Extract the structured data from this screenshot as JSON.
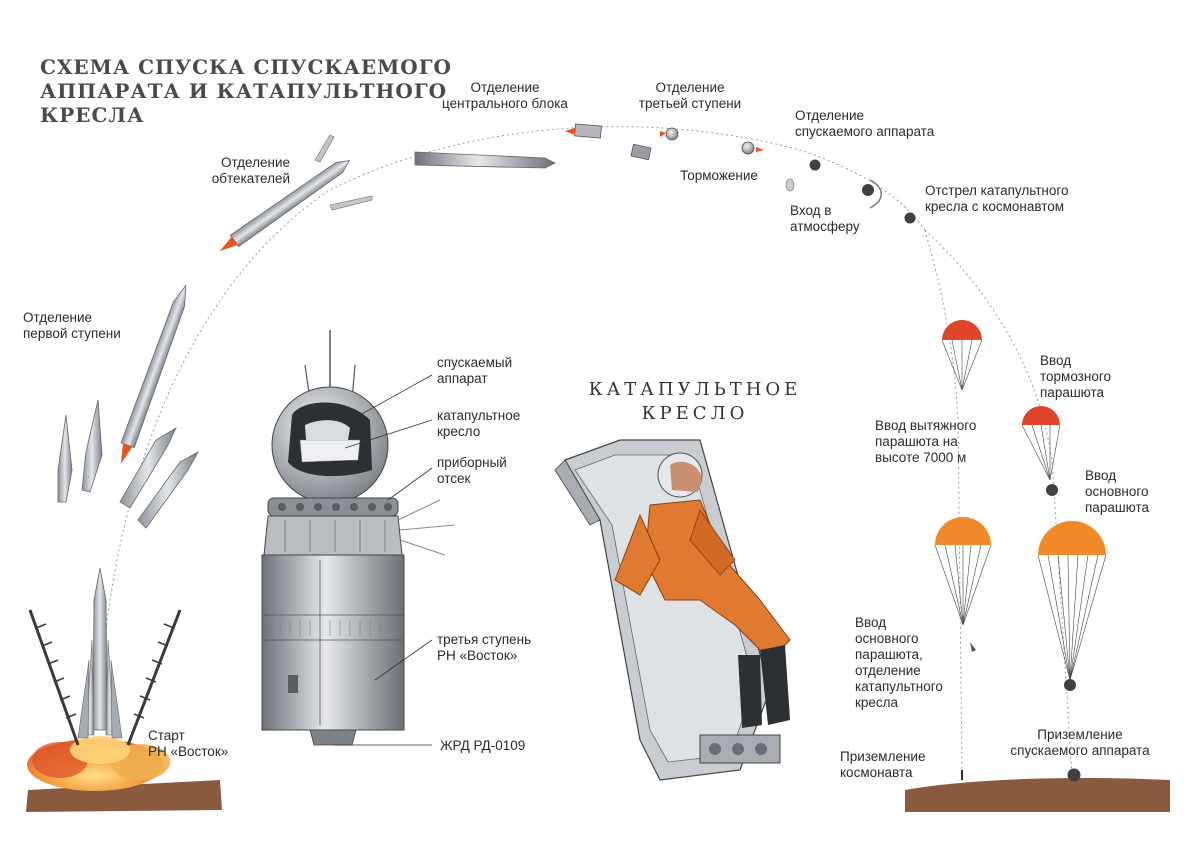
{
  "title": "СХЕМА СПУСКА СПУСКАЕМОГО\nАППАРАТА И КАТАПУЛЬТНОГО\nКРЕСЛА",
  "seat_title": "КАТАПУЛЬТНОЕ\nКРЕСЛО",
  "stages": {
    "start": "Старт\nРН «Восток»",
    "first_stage": "Отделение\nпервой ступени",
    "fairings": "Отделение\nобтекателей",
    "central_block": "Отделение\nцентрального блока",
    "third_stage": "Отделение\nтретьей ступени",
    "capsule_sep": "Отделение\nспускаемого аппарата",
    "braking": "Торможение",
    "atmosphere": "Вход в\nатмосферу",
    "ejection": "Отстрел катапультного\nкресла с космонавтом",
    "pilot_chute": "Ввод вытяжного\nпарашюта на\nвысоте 7000 м",
    "drogue_chute": "Ввод\nтормозного\nпарашюта",
    "main_chute": "Ввод\nосновного\nпарашюта",
    "main_chute_seat_sep": "Ввод\nосновного\nпарашюта,\nотделение\nкатапультного\nкресла",
    "cosmonaut_landing": "Приземление\nкосмонавта",
    "capsule_landing": "Приземление\nспускаемого аппарата"
  },
  "spacecraft_parts": {
    "descent_module": "спускаемый\nаппарат",
    "ejection_seat": "катапультное\nкресло",
    "instrument_compartment": "приборный\nотсек",
    "third_stage": "третья ступень\nРН «Восток»",
    "engine": "ЖРД РД-0109"
  },
  "colors": {
    "rocket": "#b8bcc2",
    "flame": "#e8541e",
    "chute_red": "#e0442a",
    "chute_orange": "#f08a2a",
    "suit": "#e07a30",
    "ground": "#8a5a3e",
    "fire": "#f3a040"
  }
}
